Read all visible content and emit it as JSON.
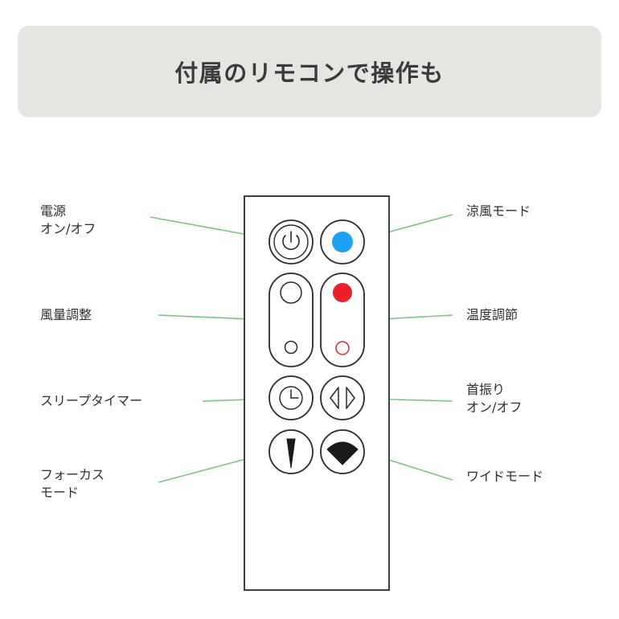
{
  "banner": {
    "title": "付属のリモコンで操作も"
  },
  "labels": {
    "power_line1": "電源",
    "power_line2": "オン/オフ",
    "cool_mode": "涼風モード",
    "fan_speed": "風量調整",
    "temperature": "温度調節",
    "sleep_timer": "スリープタイマー",
    "oscillation_line1": "首振り",
    "oscillation_line2": "オン/オフ",
    "focus_line1": "フォーカス",
    "focus_line2": "モード",
    "wide_mode": "ワイドモード"
  },
  "icons": {
    "power": "power-icon",
    "cool": "blue-dot-icon",
    "fan_up": "large-circle-icon",
    "fan_down": "small-circle-icon",
    "temp_up": "red-dot-icon",
    "temp_down": "red-ring-icon",
    "sleep": "clock-icon",
    "oscillation": "left-right-arrows-icon",
    "focus": "narrow-beam-icon",
    "wide": "wide-fan-icon"
  },
  "colors": {
    "banner_bg": "#e4e6e2",
    "leader_line": "#7bc47f",
    "cool_blue": "#1da1f2",
    "heat_red": "#e8202a"
  }
}
